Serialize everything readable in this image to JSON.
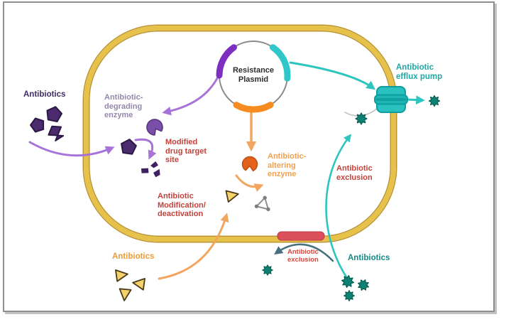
{
  "plasmid": {
    "label": "Resistance\nPlasmid"
  },
  "labels": {
    "antibiotics_left": "Antibiotics",
    "degrading_enzyme": "Antibiotic-\ndegrading\nenzyme",
    "modified_target": "Modified\ndrug target\nsite",
    "modification_deactivation": "Antibiotic\nModification/\ndeactivation",
    "altering_enzyme": "Antibiotic-\naltering\nenzyme",
    "antibiotics_bottom": "Antibiotics",
    "exclusion_inner": "Antibiotic\nexclusion",
    "exclusion_outer": "Antibiotic\nexclusion",
    "antibiotics_right": "Antibiotics",
    "efflux_pump": "Antibiotic\nefflux pump"
  },
  "icons": {
    "antibiotic_pentagon": "purple pentagon antibiotic molecule",
    "antibiotic_triangle": "yellow triangle antibiotic molecule",
    "antibiotic_star": "teal burst antibiotic molecule",
    "degrading_enzyme": "purple pac-man enzyme",
    "altering_enzyme": "orange pac-man enzyme",
    "broken_antibiotic": "purple fragments",
    "altered_antibiotic": "gray triangle molecule with vertex dots",
    "efflux_pump": "teal membrane pump",
    "modified_porin": "red membrane bar",
    "plasmid_ring": "gray circle with purple, teal and orange gene arcs"
  },
  "colors": {
    "membrane_gold": "#e7c24b",
    "membrane_edge": "#bb9434",
    "purple_dark": "#3e2b63",
    "purple_shape": "#4a2b6e",
    "purple_arrow": "#a873d8",
    "purple_enzyme": "#7a4fa7",
    "muted_purple_text": "#9488ab",
    "red_text": "#c4423a",
    "red_bar": "#db4f5b",
    "orange_arrow": "#f2a55e",
    "orange_text": "#f0a052",
    "orange_enzyme": "#e2621c",
    "orange_label": "#ef9b33",
    "plasmid_purple": "#7f2fc0",
    "plasmid_teal": "#2fc7c9",
    "plasmid_orange": "#f68b1f",
    "teal_arrow": "#2cc5c0",
    "teal_text": "#1fa9a6",
    "teal_star": "#0d8173",
    "slate_arrow": "#47707e",
    "frame_border": "#8e8e8e"
  }
}
